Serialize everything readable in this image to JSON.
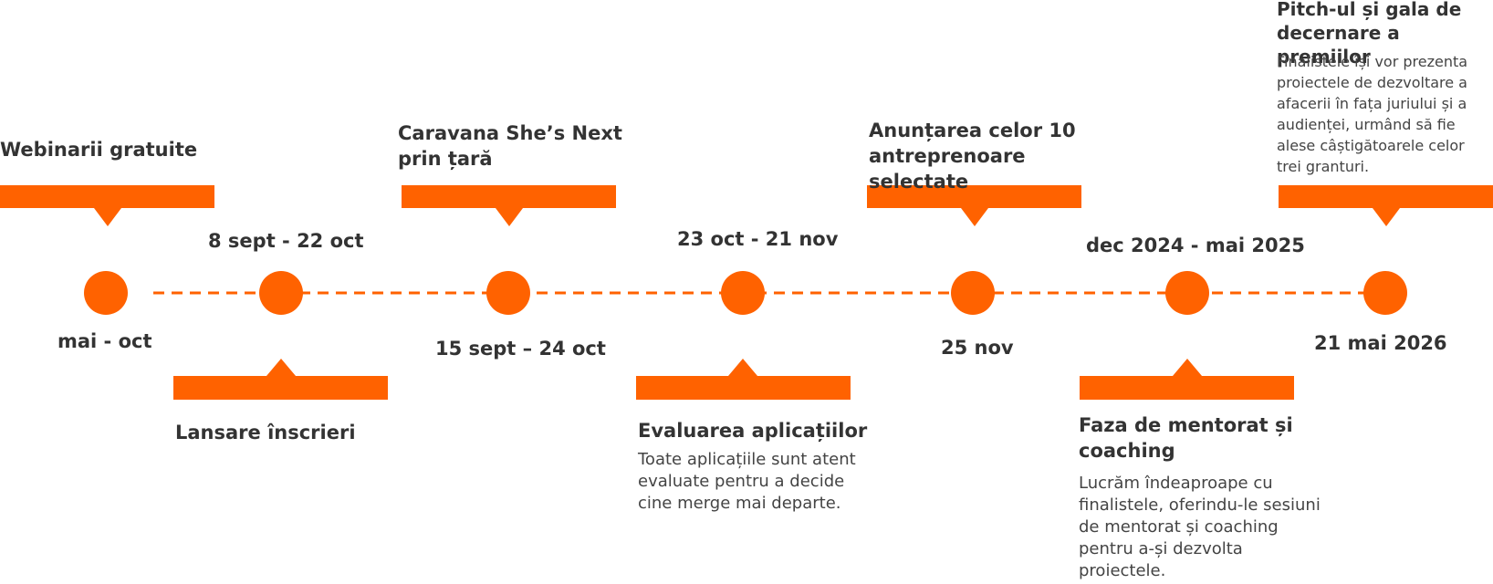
{
  "colors": {
    "accent": "#FF6200",
    "text": "#333333"
  },
  "milestones": [
    {
      "title": "Webinarii gratuite",
      "date": "mai - oct"
    },
    {
      "title": "Lansare înscrieri",
      "date": "8 sept  - 22 oct"
    },
    {
      "title": "Caravana She’s Next prin țară",
      "date": "15 sept – 24 oct"
    },
    {
      "title": "Evaluarea aplicațiilor",
      "date": "23 oct - 21 nov",
      "description": "Toate aplicațiile sunt atent evaluate pentru a decide cine merge mai departe."
    },
    {
      "title": "Anunțarea celor 10 antreprenoare selectate",
      "date": "25 nov"
    },
    {
      "title": "Faza de mentorat și coaching",
      "date": "dec 2024 - mai 2025",
      "description": "Lucrăm îndeaproape cu finalistele, oferindu-le sesiuni de mentorat și coaching pentru a-și dezvolta proiectele."
    },
    {
      "title": "Pitch-ul și gala de decernare a premiilor",
      "date": "21 mai 2026",
      "description": "Finalistele își vor prezenta proiectele de dezvoltare a afacerii în fața juriului și a audienței, urmând să fie alese câștigătoarele celor trei granturi."
    }
  ]
}
